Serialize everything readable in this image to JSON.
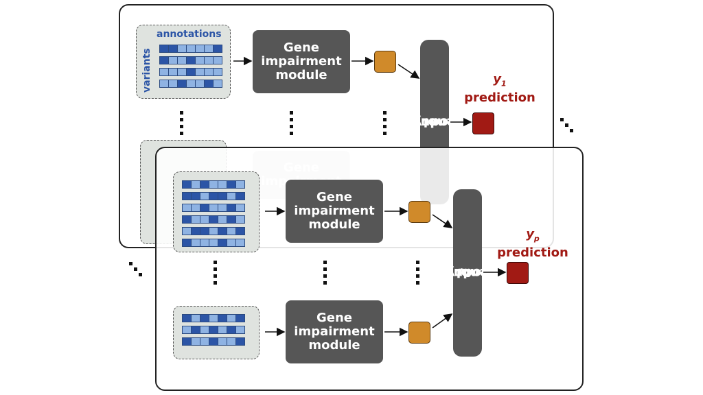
{
  "labels": {
    "annotations": "annotations",
    "variants": "variants",
    "gene_module": [
      "Gene",
      "impairment",
      "module"
    ],
    "phenotype_1_prefix": "Phenotype ",
    "phenotype_1_index": "1",
    "phenotype_1_suffix": " module",
    "phenotype_p_prefix": "Phenotype ",
    "phenotype_p_index": "p",
    "phenotype_p_suffix": " module",
    "y1": "y",
    "y1_sub": "1",
    "yp": "y",
    "yp_sub": "p",
    "prediction": "prediction"
  },
  "colors": {
    "module_gray": "#565656",
    "gene_output": "#d08a2a",
    "prediction_output": "#a11a14",
    "variant_dark": "#2c55a6",
    "variant_light": "#8fb3e3"
  },
  "icons": {
    "gene_output": "orange-square",
    "prediction_output": "red-square"
  }
}
